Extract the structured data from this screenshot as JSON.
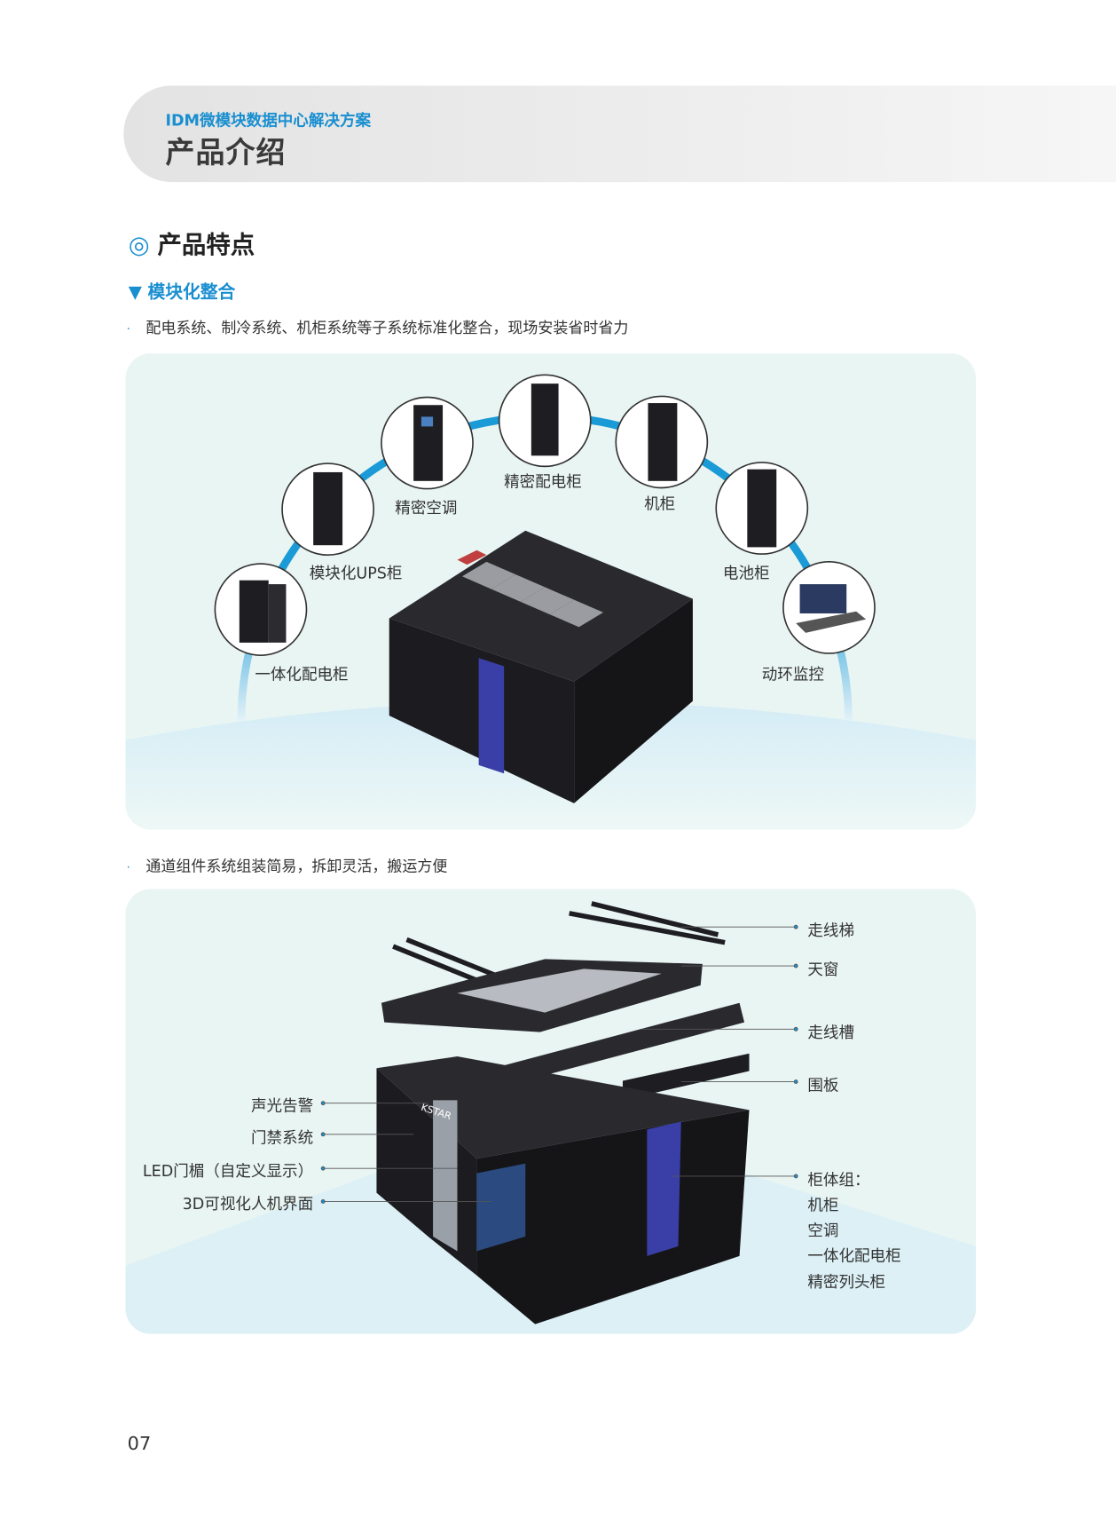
{
  "header": {
    "subtitle": "IDM微模块数据中心解决方案",
    "title": "产品介绍"
  },
  "section": {
    "icon": "double-circle-icon",
    "title": "产品特点"
  },
  "subsection": {
    "icon": "triangle-down-icon",
    "title": "模块化整合"
  },
  "bullets": [
    "配电系统、制冷系统、机柜系统等子系统标准化整合，现场安装省时省力",
    "通道组件系统组装简易，拆卸灵活，搬运方便"
  ],
  "diagram1": {
    "components": [
      "一体化配电柜",
      "模块化UPS柜",
      "精密空调",
      "精密配电柜",
      "机柜",
      "电池柜",
      "动环监控"
    ]
  },
  "diagram2": {
    "right_labels": [
      "走线梯",
      "天窗",
      "走线槽",
      "围板"
    ],
    "left_labels": [
      "声光告警",
      "门禁系统",
      "LED门楣（自定义显示）",
      "3D可视化人机界面"
    ],
    "group_title": "柜体组：",
    "group_items": [
      "机柜",
      "空调",
      "一体化配电柜",
      "精密列头柜"
    ],
    "brand_text": "KSTAR"
  },
  "page_number": "07",
  "colors": {
    "accent": "#1a8fd0",
    "panel": "#e9f5f3",
    "cabinet": "#1e1e22",
    "door_blue": "#3a3fa8"
  }
}
